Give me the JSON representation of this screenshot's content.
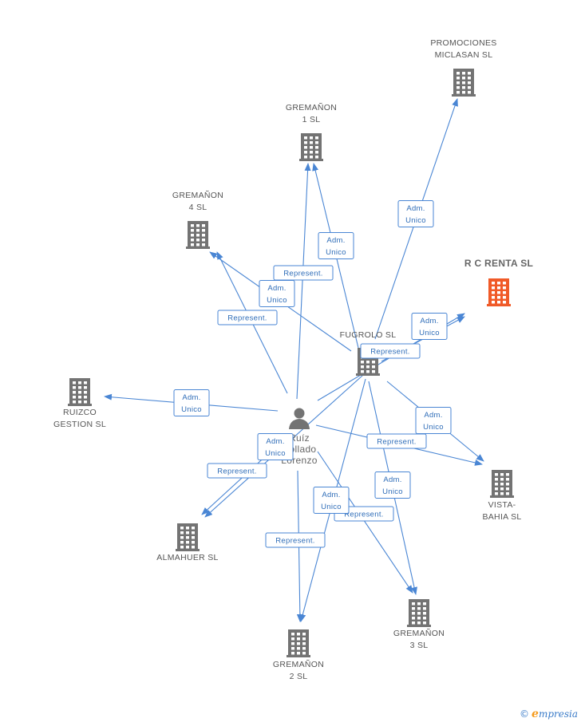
{
  "colors": {
    "node": "#737373",
    "highlight": "#f05a28",
    "edge": "#4a86d4"
  },
  "nodes": [
    {
      "id": "person",
      "kind": "person-icon",
      "lines": [
        "Ruíz",
        "Collado",
        "Lorenzo"
      ]
    },
    {
      "id": "fugrolo",
      "kind": "building-icon",
      "lines": [
        "FUGROLO  SL"
      ]
    },
    {
      "id": "promociones",
      "kind": "building-icon",
      "lines": [
        "PROMOCIONES",
        "MICLASAN SL"
      ]
    },
    {
      "id": "gremanon1",
      "kind": "building-icon",
      "lines": [
        "GREMAÑON",
        "1 SL"
      ]
    },
    {
      "id": "gremanon4",
      "kind": "building-icon",
      "lines": [
        "GREMAÑON",
        "4 SL"
      ]
    },
    {
      "id": "rcrenta",
      "kind": "building-icon",
      "highlight": true,
      "lines": [
        "R C RENTA SL"
      ]
    },
    {
      "id": "ruizco",
      "kind": "building-icon",
      "lines": [
        "RUIZCO",
        "GESTION SL"
      ]
    },
    {
      "id": "vista",
      "kind": "building-icon",
      "lines": [
        "VISTA-",
        "BAHIA SL"
      ]
    },
    {
      "id": "almahuer",
      "kind": "building-icon",
      "lines": [
        "ALMAHUER SL"
      ]
    },
    {
      "id": "gremanon3",
      "kind": "building-icon",
      "lines": [
        "GREMAÑON",
        "3 SL"
      ]
    },
    {
      "id": "gremanon2",
      "kind": "building-icon",
      "lines": [
        "GREMAÑON",
        "2 SL"
      ]
    }
  ],
  "edges": [
    {
      "from": "person",
      "to": "gremanon1",
      "label": [
        "Represent."
      ]
    },
    {
      "from": "person",
      "to": "gremanon4",
      "label": [
        "Represent."
      ]
    },
    {
      "from": "person",
      "to": "ruizco",
      "label": [
        "Adm.",
        "Unico"
      ]
    },
    {
      "from": "person",
      "to": "almahuer",
      "label": [
        "Represent."
      ]
    },
    {
      "from": "person",
      "to": "gremanon2",
      "label": [
        "Represent."
      ]
    },
    {
      "from": "person",
      "to": "gremanon3",
      "label": [
        "Represent."
      ]
    },
    {
      "from": "person",
      "to": "vista",
      "label": [
        "Represent."
      ]
    },
    {
      "from": "person",
      "to": "rcrenta",
      "label": [
        "Represent."
      ]
    },
    {
      "from": "fugrolo",
      "to": "gremanon1",
      "label": [
        "Adm.",
        "Unico"
      ]
    },
    {
      "from": "fugrolo",
      "to": "gremanon4",
      "label": [
        "Adm.",
        "Unico"
      ]
    },
    {
      "from": "fugrolo",
      "to": "promociones",
      "label": [
        "Adm.",
        "Unico"
      ]
    },
    {
      "from": "fugrolo",
      "to": "rcrenta",
      "label": [
        "Adm.",
        "Unico"
      ]
    },
    {
      "from": "fugrolo",
      "to": "vista",
      "label": [
        "Adm.",
        "Unico"
      ]
    },
    {
      "from": "fugrolo",
      "to": "almahuer",
      "label": [
        "Adm.",
        "Unico"
      ]
    },
    {
      "from": "fugrolo",
      "to": "gremanon2",
      "label": [
        "Adm.",
        "Unico"
      ]
    },
    {
      "from": "fugrolo",
      "to": "gremanon3",
      "label": [
        "Adm.",
        "Unico"
      ]
    }
  ],
  "footer": {
    "copyright": "©",
    "brand_first": "e",
    "brand_rest": "mpresia"
  }
}
